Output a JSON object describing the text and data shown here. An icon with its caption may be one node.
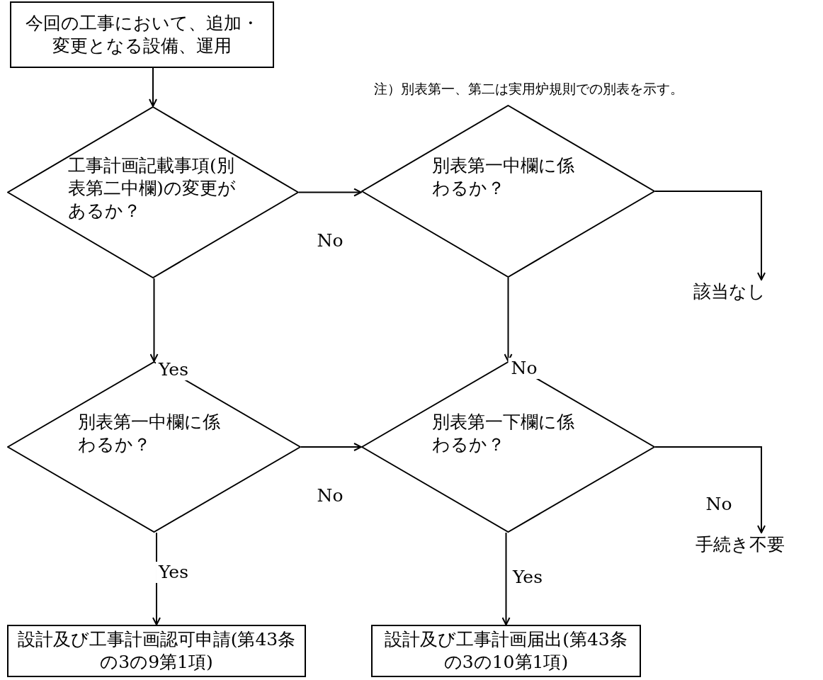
{
  "diagram": {
    "nodes": [
      {
        "text": [
          "今回の工事において、追加・変更となる設備、運用"
        ]
      },
      {
        "text": [
          "工事計画記載事項(別表第二中欄)の変更があるか？"
        ]
      },
      {
        "text": [
          "別表第一中欄に係わるか？"
        ]
      },
      {
        "text": [
          "該当なし"
        ]
      },
      {
        "text": [
          "別表第一中欄に係わるか？"
        ]
      },
      {
        "text": [
          "別表第一下欄に係わるか？"
        ]
      },
      {
        "text": [
          "手続き不要"
        ]
      },
      {
        "text": [
          "設計及び工事計画認可申請(第43条の3の9第1項)"
        ]
      },
      {
        "text": [
          "設計及び工事計画届出(第43条の3の10第1項)"
        ]
      }
    ],
    "edges": [
      {
        "from": 0,
        "to": 1,
        "arrow": "to"
      },
      {
        "from": 1,
        "to": 2,
        "arrow": "to",
        "label": "No"
      },
      {
        "from": 1,
        "to": 4,
        "arrow": "to",
        "label": "Yes"
      },
      {
        "from": 2,
        "to": 3,
        "arrow": "to"
      },
      {
        "from": 2,
        "to": 5,
        "arrow": "to",
        "label": "No"
      },
      {
        "from": 4,
        "to": 5,
        "arrow": "to",
        "label": "No"
      },
      {
        "from": 4,
        "to": 7,
        "arrow": "to",
        "label": "Yes"
      },
      {
        "from": 5,
        "to": 6,
        "arrow": "to",
        "label": "No"
      },
      {
        "from": 5,
        "to": 8,
        "arrow": "to",
        "label": "Yes"
      }
    ],
    "labels": [
      "注）別表第一、第二は実用炉規則での別表を示す。"
    ]
  }
}
